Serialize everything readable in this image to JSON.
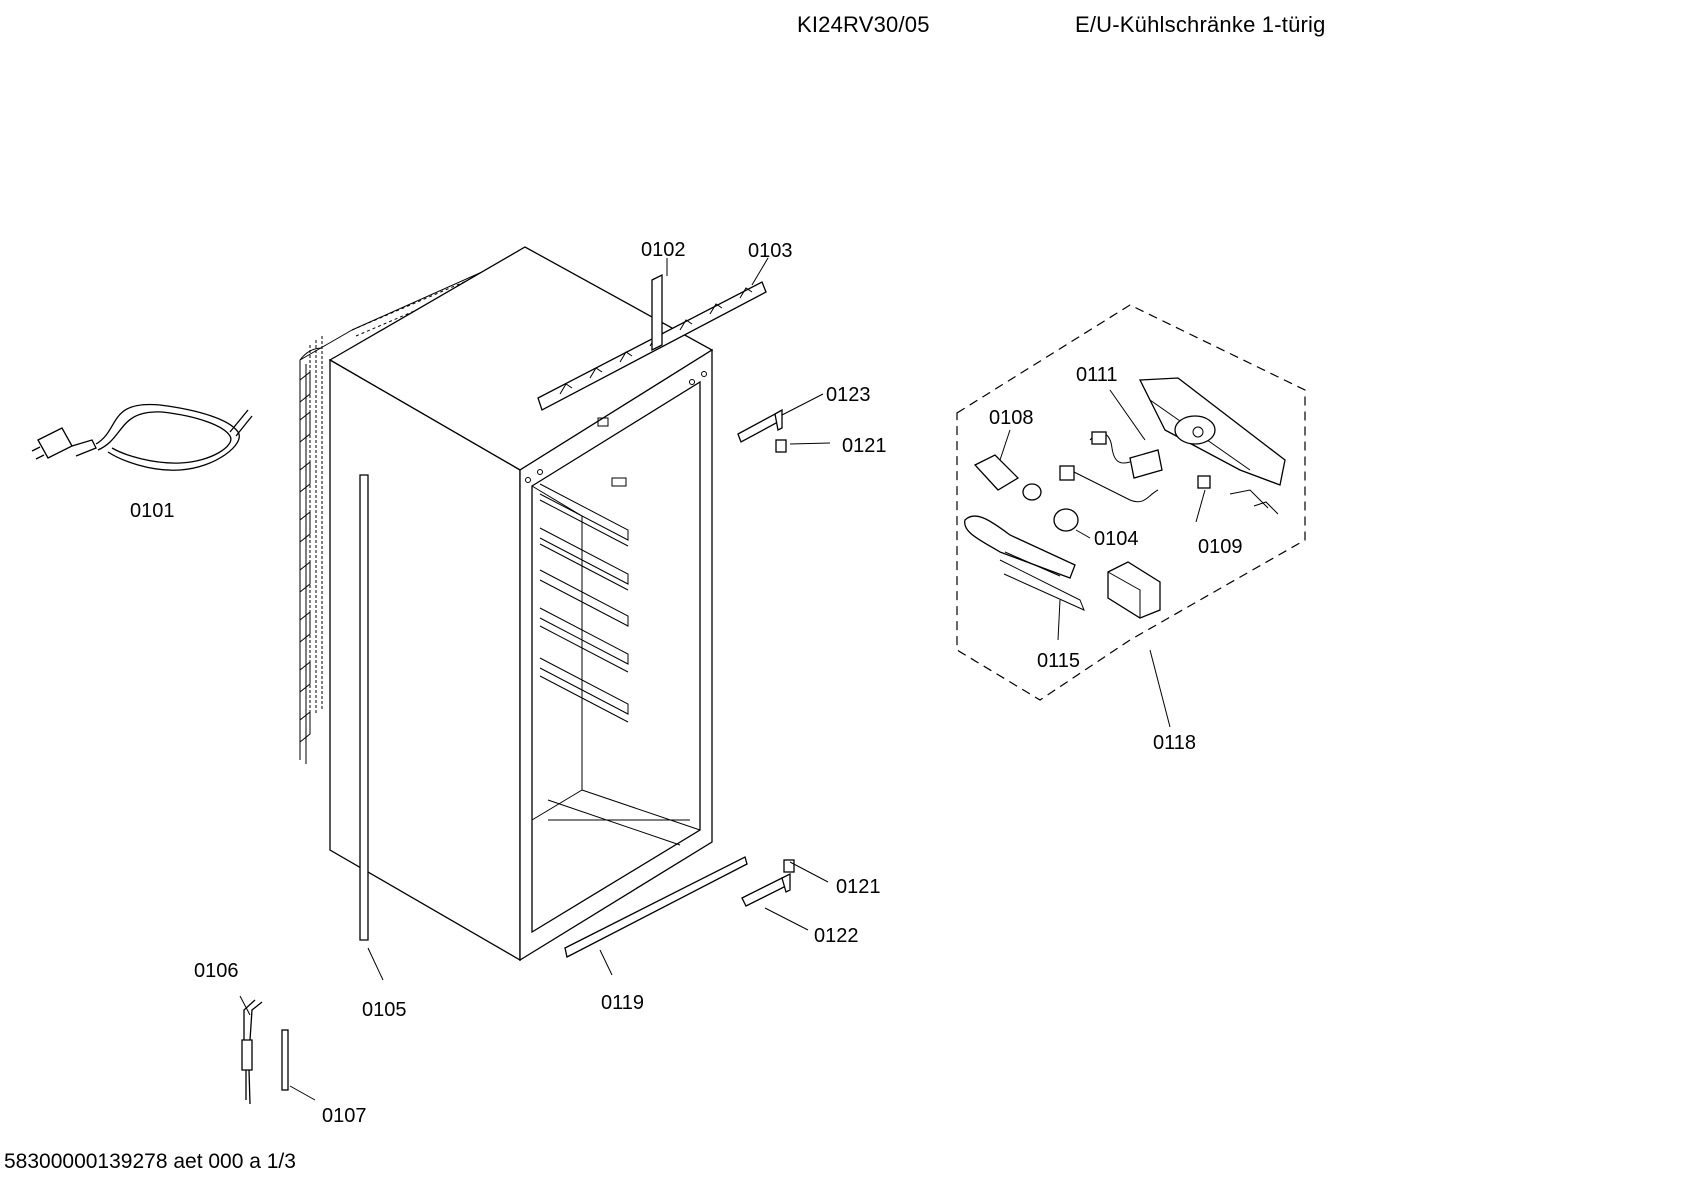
{
  "header": {
    "model": "KI24RV30/05",
    "title": "E/U-Kühlschränke 1-türig"
  },
  "footer": {
    "doc_id": "58300000139278 aet 000 a 1/3"
  },
  "parts": [
    {
      "id": "p0101",
      "label": "0101"
    },
    {
      "id": "p0102",
      "label": "0102"
    },
    {
      "id": "p0103",
      "label": "0103"
    },
    {
      "id": "p0104",
      "label": "0104"
    },
    {
      "id": "p0105",
      "label": "0105"
    },
    {
      "id": "p0106",
      "label": "0106"
    },
    {
      "id": "p0107",
      "label": "0107"
    },
    {
      "id": "p0108",
      "label": "0108"
    },
    {
      "id": "p0109",
      "label": "0109"
    },
    {
      "id": "p0111",
      "label": "0111"
    },
    {
      "id": "p0115",
      "label": "0115"
    },
    {
      "id": "p0118",
      "label": "0118"
    },
    {
      "id": "p0119",
      "label": "0119"
    },
    {
      "id": "p0121a",
      "label": "0121"
    },
    {
      "id": "p0121b",
      "label": "0121"
    },
    {
      "id": "p0122",
      "label": "0122"
    },
    {
      "id": "p0123",
      "label": "0123"
    }
  ]
}
